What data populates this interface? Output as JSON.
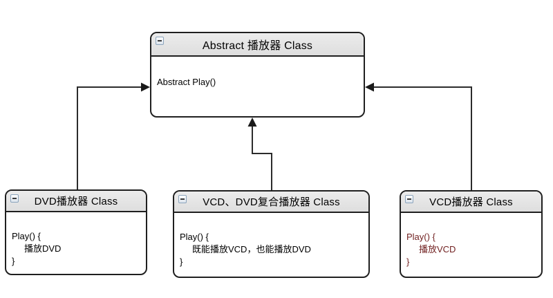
{
  "diagram": {
    "type": "uml-class-inheritance",
    "background": "#ffffff",
    "colors": {
      "header_fill": "#e4e4e4",
      "box_border": "#1f1f1f",
      "arrow": "#2b2b2b",
      "body_text": "#000000",
      "vcd_body_text": "#701f1f",
      "collapse_icon_border": "#8ba4bc"
    },
    "classes": {
      "abstract": {
        "title": "Abstract 播放器 Class",
        "body_lines": [
          "Abstract Play()"
        ],
        "collapse_icon": "minus-icon"
      },
      "dvd": {
        "title": "DVD播放器 Class",
        "body_lines": [
          "Play() {",
          "播放DVD",
          "}"
        ],
        "collapse_icon": "minus-icon"
      },
      "composite": {
        "title": "VCD、DVD复合播放器 Class",
        "body_lines": [
          "Play() {",
          "既能播放VCD，也能播放DVD",
          "}"
        ],
        "collapse_icon": "minus-icon"
      },
      "vcd": {
        "title": "VCD播放器 Class",
        "body_lines": [
          "Play() {",
          "播放VCD",
          "}"
        ],
        "collapse_icon": "minus-icon"
      }
    },
    "relationships": [
      {
        "from": "DVD播放器 Class",
        "to": "Abstract 播放器 Class",
        "style": "orthogonal-arrow"
      },
      {
        "from": "VCD、DVD复合播放器 Class",
        "to": "Abstract 播放器 Class",
        "style": "orthogonal-arrow"
      },
      {
        "from": "VCD播放器 Class",
        "to": "Abstract 播放器 Class",
        "style": "orthogonal-arrow"
      }
    ]
  }
}
